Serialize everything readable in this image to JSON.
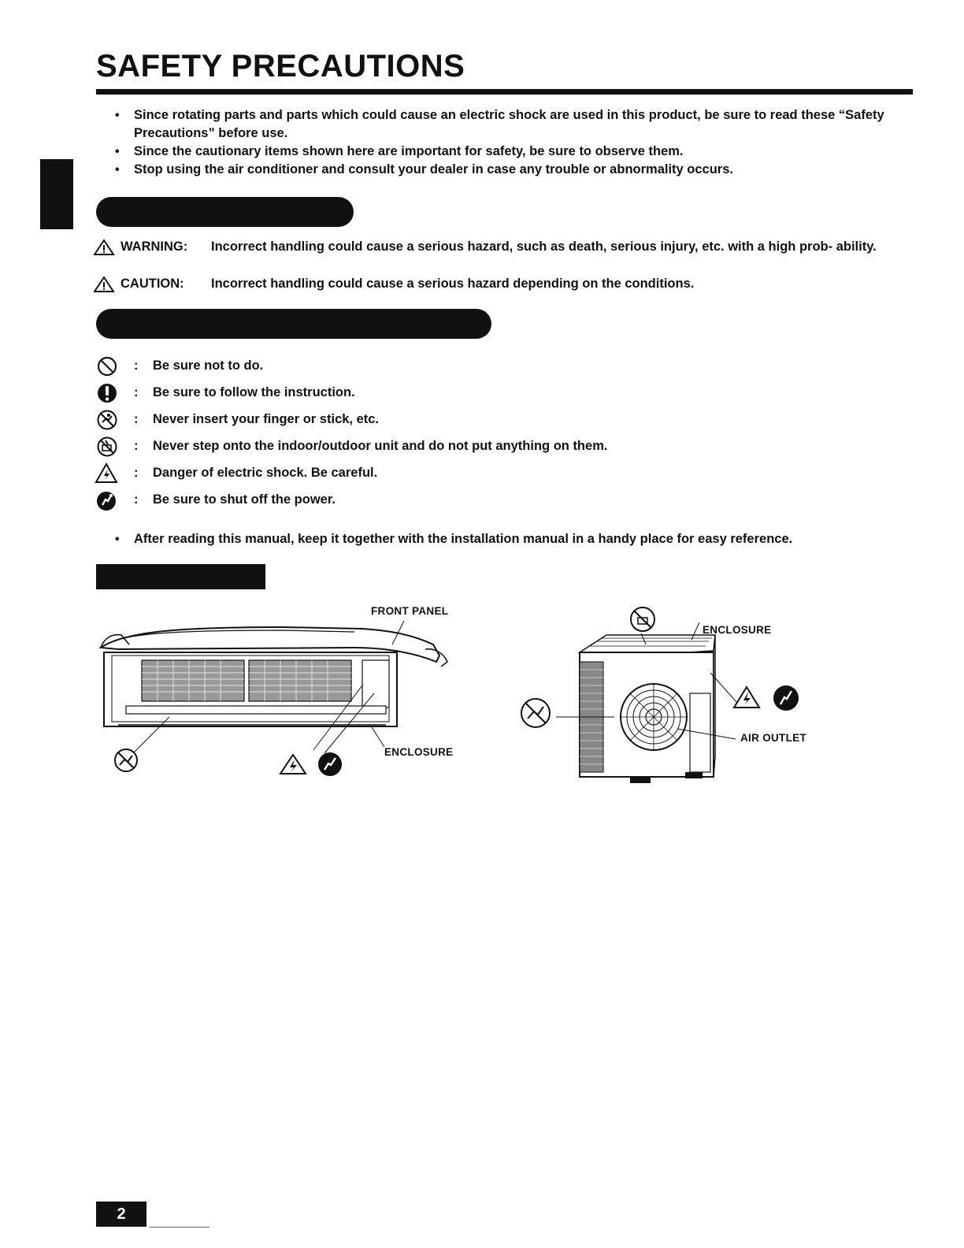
{
  "title": "SAFETY PRECAUTIONS",
  "intro_bullets": [
    "Since rotating parts and parts which could cause an electric shock are used in this product, be sure to read these “Safety Precautions” before use.",
    "Since the cautionary items shown here are important for safety, be sure to observe them.",
    "Stop using the air conditioner and consult your dealer in case any trouble or abnormality occurs."
  ],
  "definitions": [
    {
      "label": "WARNING:",
      "text": "Incorrect handling could cause a serious hazard, such as death, serious injury, etc. with a high prob- ability."
    },
    {
      "label": "CAUTION:",
      "text": "Incorrect handling could cause a serious hazard depending on the conditions."
    }
  ],
  "symbols": [
    {
      "icon": "prohibition-icon",
      "colon": ":",
      "text": "Be sure not to do."
    },
    {
      "icon": "exclamation-icon",
      "colon": ":",
      "text": "Be sure to follow the instruction."
    },
    {
      "icon": "no-finger-icon",
      "colon": ":",
      "text": "Never insert your finger or stick, etc."
    },
    {
      "icon": "no-step-icon",
      "colon": ":",
      "text": "Never step onto the indoor/outdoor unit and do not put anything on them."
    },
    {
      "icon": "electric-shock-icon",
      "colon": ":",
      "text": "Danger of electric shock. Be careful."
    },
    {
      "icon": "power-off-icon",
      "colon": ":",
      "text": "Be sure to shut off the power."
    }
  ],
  "reading_note": "After reading this manual, keep it together with the installation manual in a handy place for easy reference.",
  "diagram_labels": {
    "front_panel": "FRONT PANEL",
    "indoor_enclosure": "ENCLOSURE",
    "outdoor_enclosure": "ENCLOSURE",
    "air_outlet": "AIR OUTLET"
  },
  "page_number": "2"
}
